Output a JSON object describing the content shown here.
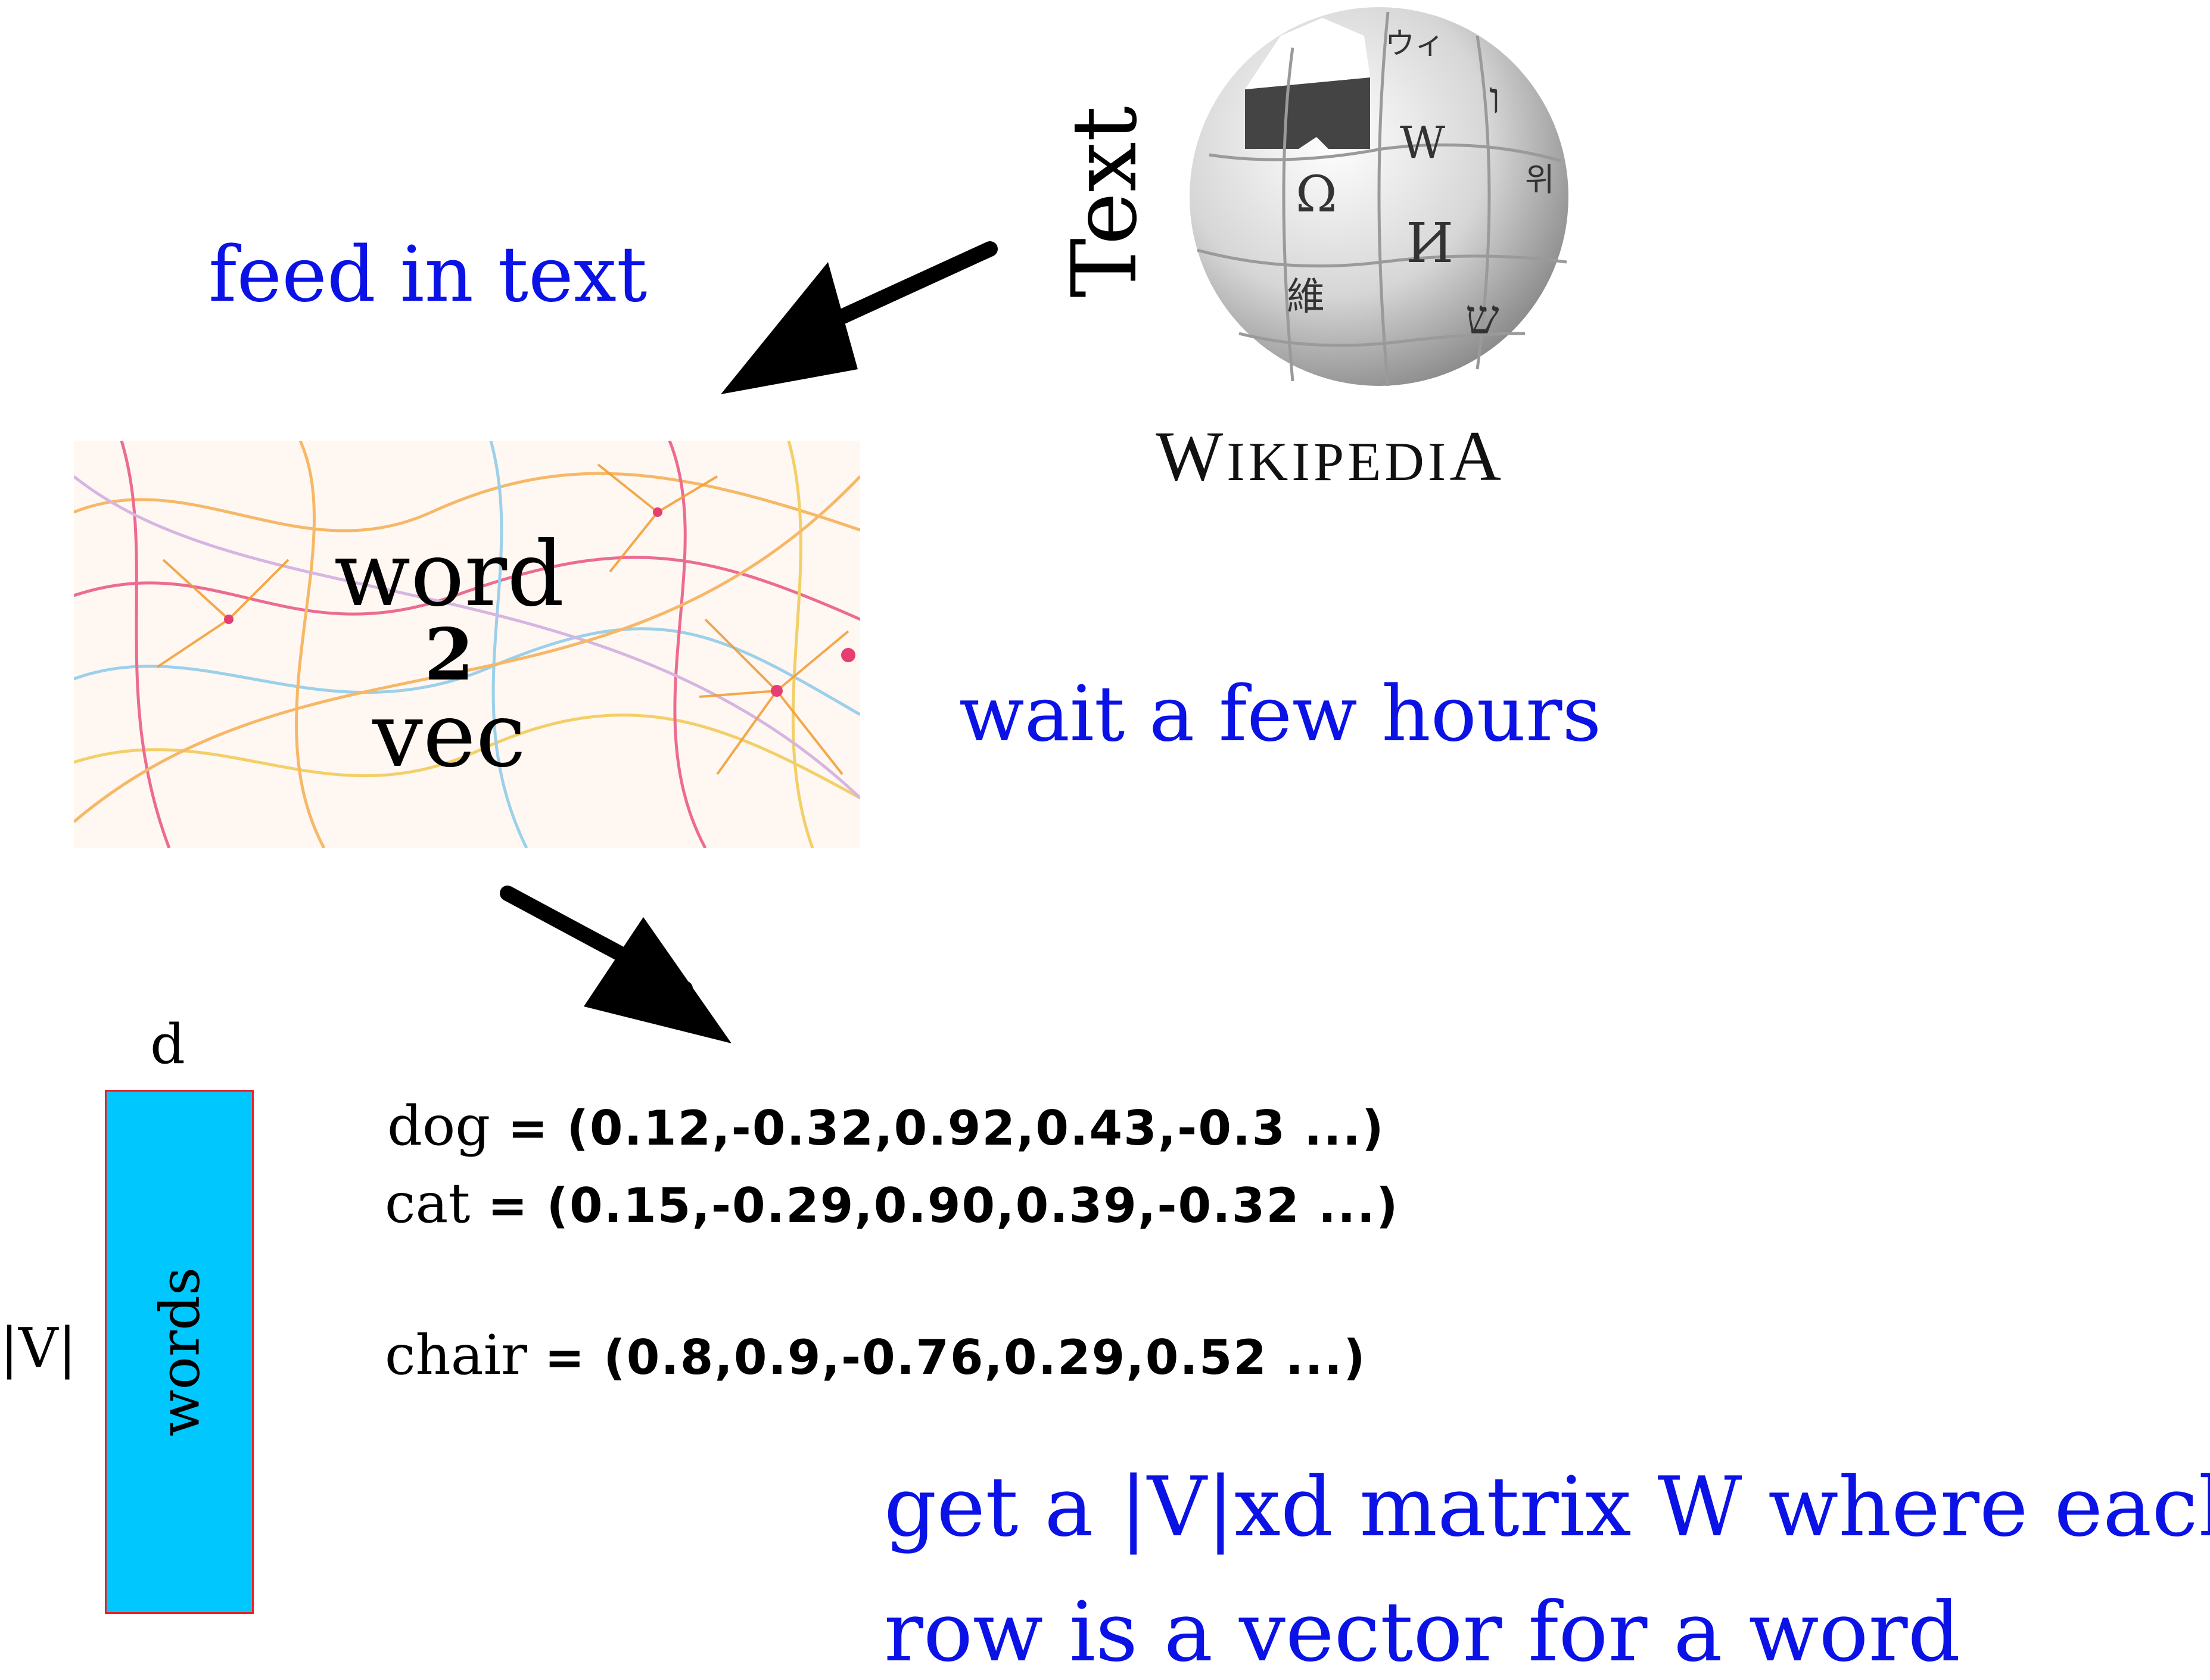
{
  "notes": {
    "feed_in_text": "feed in text",
    "wait": "wait a few hours",
    "result_line1": "get a |V|xd matrix W where each",
    "result_line2": "row  is a vector for a word"
  },
  "text_label": "Text",
  "wikipedia": {
    "wordmark_first": "W",
    "wordmark_mid": "IKIPEDI",
    "wordmark_last": "A",
    "glyphs": [
      "Ω",
      "W",
      "И",
      "維",
      "ウィ",
      "ו",
      "위",
      "ש"
    ]
  },
  "word2vec": {
    "line1": "word",
    "line2": "2",
    "line3": "vec"
  },
  "matrix": {
    "d_label": "d",
    "v_label": "|V|",
    "inner_label": "words",
    "fill_color": "#00c8ff",
    "border_color": "#e3222a"
  },
  "vectors": [
    {
      "word": "dog",
      "values": "= (0.12,-0.32,0.92,0.43,-0.3 ...)"
    },
    {
      "word": "cat",
      "values": "= (0.15,-0.29,0.90,0.39,-0.32 ...)"
    },
    {
      "word": "chair",
      "values": "= (0.8,0.9,-0.76,0.29,0.52 ...)"
    }
  ],
  "colors": {
    "note_blue": "#0a12e6",
    "arrow": "#000000"
  }
}
